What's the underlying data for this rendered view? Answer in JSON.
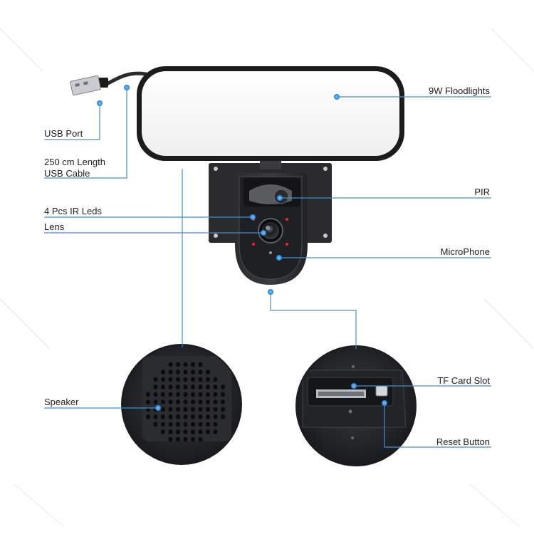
{
  "colors": {
    "leader_line": "#3d8fd6",
    "dot": "#2f8ee0",
    "device_body": "#1c1c1e",
    "panel_fill": "#f7f7f7",
    "ir_led": "#d92828"
  },
  "callouts": {
    "floodlights": "9W Floodlights",
    "usb_port": "USB Port",
    "usb_cable_line1": "250 cm Length",
    "usb_cable_line2": "USB Cable",
    "pir": "PIR",
    "ir_leds": "4 Pcs IR Leds",
    "lens": "Lens",
    "microphone": "MicroPhone",
    "speaker": "Speaker",
    "tf_card_slot": "TF Card Slot",
    "reset_button": "Reset Button"
  }
}
